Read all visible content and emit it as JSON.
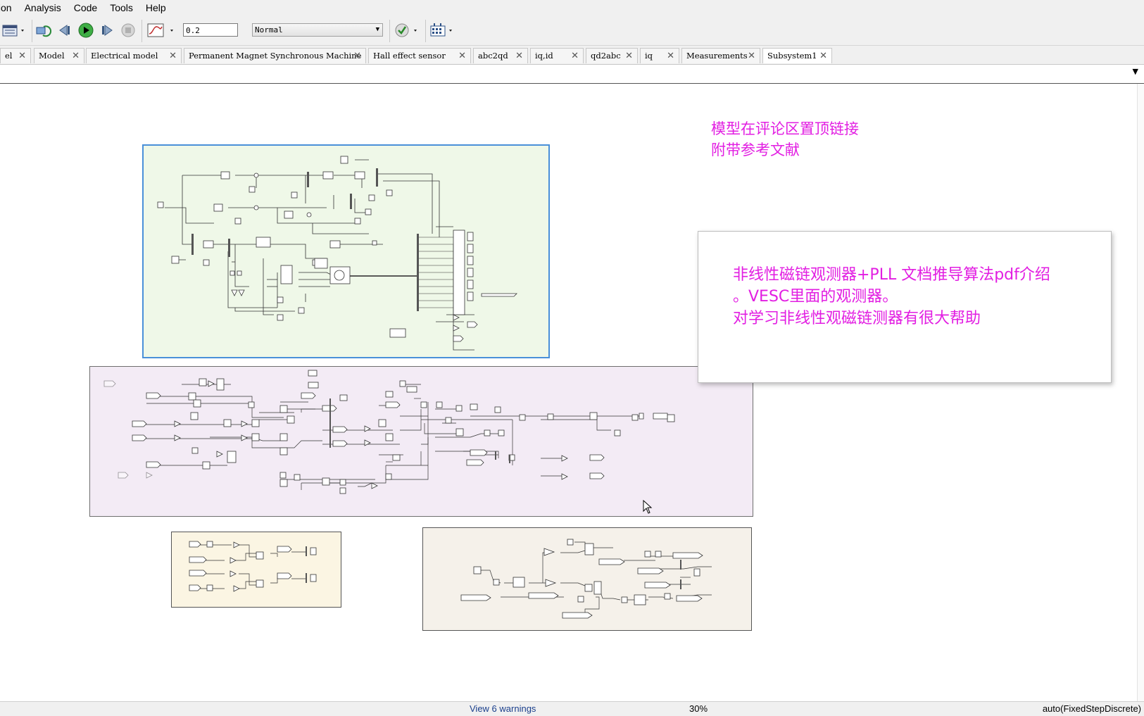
{
  "menu": {
    "items": [
      "tion",
      "Analysis",
      "Code",
      "Tools",
      "Help"
    ]
  },
  "toolbar": {
    "stop_time": "0.2",
    "sim_mode": "Normal"
  },
  "tabs": [
    {
      "label": "el"
    },
    {
      "label": "Model"
    },
    {
      "label": "Electrical model"
    },
    {
      "label": "Permanent Magnet Synchronous Machine"
    },
    {
      "label": "Hall effect sensor"
    },
    {
      "label": "abc2qd"
    },
    {
      "label": "iq,id"
    },
    {
      "label": "qd2abc"
    },
    {
      "label": "iq"
    },
    {
      "label": "Measurements"
    },
    {
      "label": "Subsystem1"
    }
  ],
  "annotations": {
    "note1_line1": "模型在评论区置顶链接",
    "note1_line2": "附带参考文献",
    "note2_line1": "非线性磁链观测器+PLL  文档推导算法pdf介绍",
    "note2_line2": "。VESC里面的观测器。",
    "note2_line3": "对学习非线性观磁链测器有很大帮助"
  },
  "areas": [
    {
      "name": "area-green",
      "fill": "#eff8e8",
      "border": "#4a90d9"
    },
    {
      "name": "area-purple",
      "fill": "#f3ebf5",
      "border": "#6e6e6e"
    },
    {
      "name": "area-yellow",
      "fill": "#fbf5e3",
      "border": "#555555"
    },
    {
      "name": "area-beige",
      "fill": "#f5f1ea",
      "border": "#555555"
    }
  ],
  "status": {
    "warnings": "View 6 warnings",
    "zoom": "30%",
    "solver": "auto(FixedStepDiscrete)"
  },
  "colors": {
    "annotation": "#e21ee2",
    "link": "#1a3f8c"
  }
}
